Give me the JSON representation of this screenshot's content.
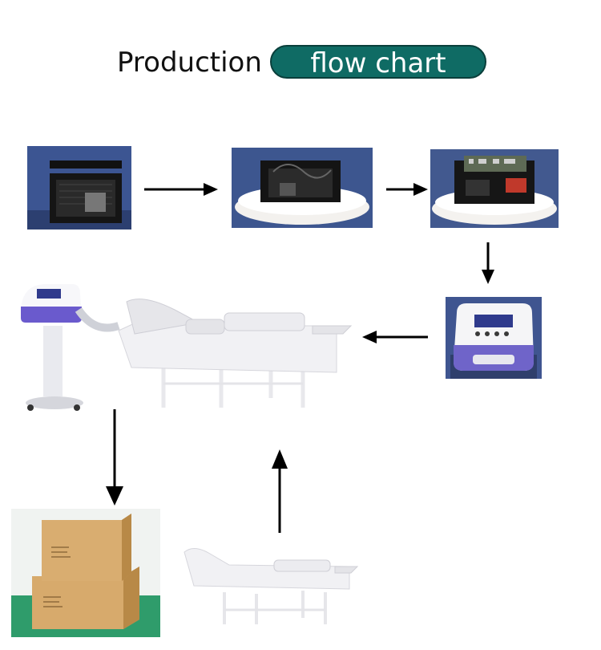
{
  "header": {
    "title_word": "Production",
    "title_pill": "flow chart"
  },
  "colors": {
    "pill_background": "#0f6b64",
    "arrow": "#000000",
    "device_accent": "#6a5acd",
    "photo_backdrop": "#3a4f86"
  },
  "steps": [
    {
      "name": "metal-frame"
    },
    {
      "name": "frame-on-base"
    },
    {
      "name": "circuit-board-installed"
    },
    {
      "name": "finished-control-unit"
    },
    {
      "name": "machine-with-suit"
    },
    {
      "name": "suit-on-bed"
    },
    {
      "name": "packed-boxes"
    }
  ]
}
